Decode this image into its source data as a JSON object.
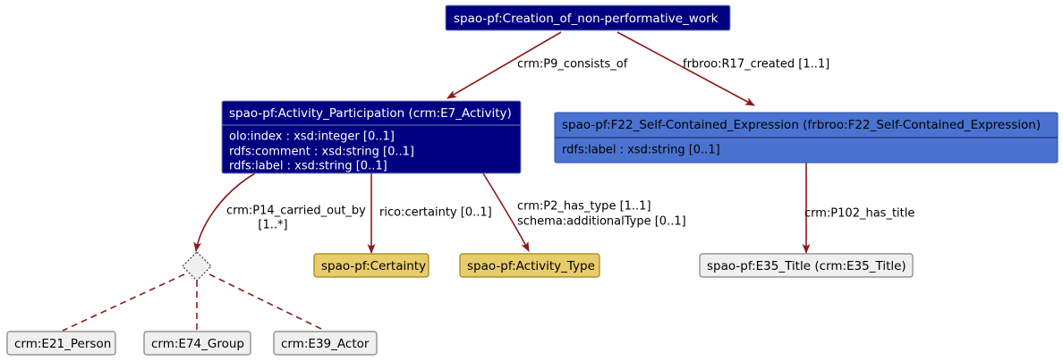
{
  "diagram": {
    "type": "uml-class-diagram",
    "colors": {
      "navy_fill": "#000080",
      "blue_fill": "#4a72d0",
      "gold_fill": "#e8cc6a",
      "gray_fill": "#efefef",
      "edge_color": "#8b1a1a",
      "text_light": "#ffffff",
      "text_dark": "#000000"
    },
    "nodes": [
      {
        "id": "creation",
        "title": "spao-pf:Creation_of_non-performative_work",
        "style": "navy",
        "attributes": []
      },
      {
        "id": "activity_participation",
        "title": "spao-pf:Activity_Participation (crm:E7_Activity)",
        "style": "navy",
        "attributes": [
          "olo:index  : xsd:integer  [0..1]",
          "rdfs:comment  : xsd:string  [0..1]",
          "rdfs:label  : xsd:string  [0..1]"
        ]
      },
      {
        "id": "f22",
        "title": "spao-pf:F22_Self-Contained_Expression (frbroo:F22_Self-Contained_Expression)",
        "style": "blue",
        "attributes": [
          "rdfs:label  : xsd:string  [0..1]"
        ]
      },
      {
        "id": "certainty",
        "title": "spao-pf:Certainty",
        "style": "gold",
        "attributes": []
      },
      {
        "id": "activity_type",
        "title": "spao-pf:Activity_Type",
        "style": "gold",
        "attributes": []
      },
      {
        "id": "e35_title",
        "title": "spao-pf:E35_Title (crm:E35_Title)",
        "style": "gray",
        "attributes": []
      },
      {
        "id": "e21_person",
        "title": "crm:E21_Person",
        "style": "gray",
        "attributes": []
      },
      {
        "id": "e74_group",
        "title": "crm:E74_Group",
        "style": "gray",
        "attributes": []
      },
      {
        "id": "e39_actor",
        "title": "crm:E39_Actor",
        "style": "gray",
        "attributes": []
      }
    ],
    "union_node": {
      "id": "actor-union-diamond",
      "shape": "diamond"
    },
    "edges": [
      {
        "id": "p9",
        "from": "creation",
        "to": "activity_participation",
        "label_lines": [
          "crm:P9_consists_of"
        ],
        "style": "solid"
      },
      {
        "id": "r17",
        "from": "creation",
        "to": "f22",
        "label_lines": [
          "frbroo:R17_created [1..1]"
        ],
        "style": "solid"
      },
      {
        "id": "p14",
        "from": "activity_participation",
        "to": "actor-union-diamond",
        "label_lines": [
          "crm:P14_carried_out_by",
          "[1..*]"
        ],
        "style": "solid"
      },
      {
        "id": "certainty-edge",
        "from": "activity_participation",
        "to": "certainty",
        "label_lines": [
          "rico:certainty [0..1]"
        ],
        "style": "solid"
      },
      {
        "id": "p2",
        "from": "activity_participation",
        "to": "activity_type",
        "label_lines": [
          "crm:P2_has_type [1..1]",
          "schema:additionalType [0..1]"
        ],
        "style": "solid"
      },
      {
        "id": "p102",
        "from": "f22",
        "to": "e35_title",
        "label_lines": [
          "crm:P102_has_title"
        ],
        "style": "solid"
      },
      {
        "id": "union-person",
        "from": "actor-union-diamond",
        "to": "e21_person",
        "label_lines": [],
        "style": "dashed"
      },
      {
        "id": "union-group",
        "from": "actor-union-diamond",
        "to": "e74_group",
        "label_lines": [],
        "style": "dashed"
      },
      {
        "id": "union-actor",
        "from": "actor-union-diamond",
        "to": "e39_actor",
        "label_lines": [],
        "style": "dashed"
      }
    ]
  }
}
